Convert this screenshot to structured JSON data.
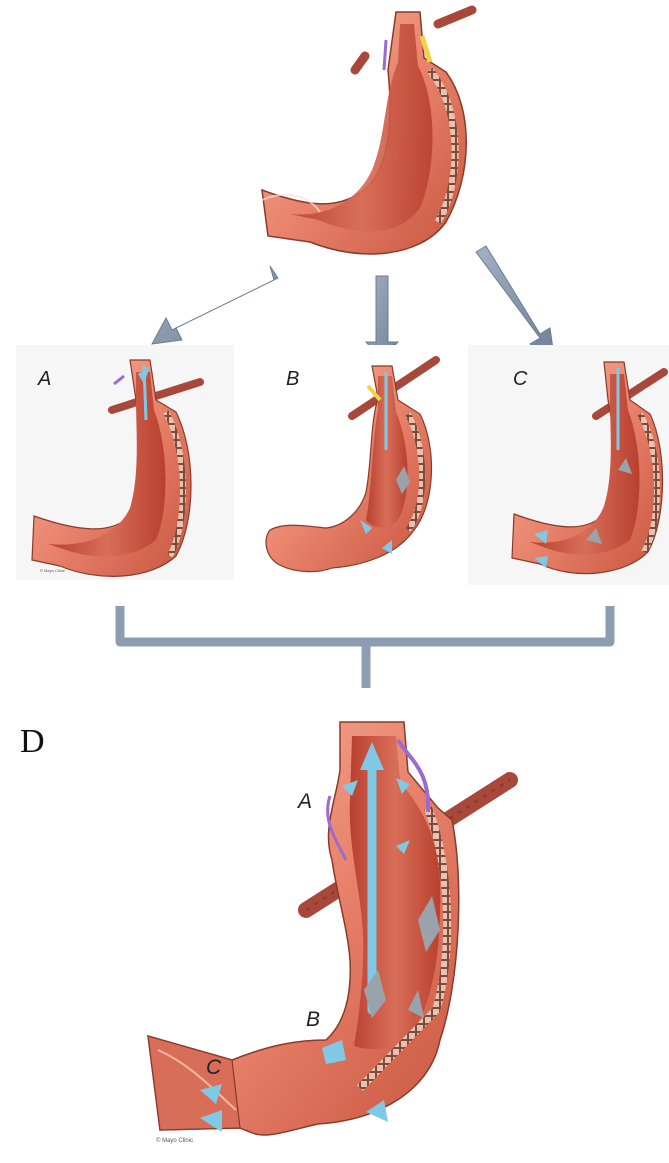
{
  "panels": [
    {
      "id": "A",
      "label": "A"
    },
    {
      "id": "B",
      "label": "B"
    },
    {
      "id": "C",
      "label": "C"
    }
  ],
  "combined": {
    "title": "D",
    "labels": {
      "a": "A",
      "b": "B",
      "c": "C"
    },
    "credit": "© Mayo Clinic"
  },
  "thumb_credit": "© Mayo Clinic",
  "colors": {
    "tissue": "#e9836c",
    "tissue_light": "#f4b39f",
    "tissue_dark": "#c8553f",
    "mucosa": "#d2604c",
    "muscle_band": "#a86a55",
    "vessel": "#a8483a",
    "nerve_purple": "#9a6bd1",
    "yellow_fat": "#f0d24c",
    "flow_arrow": "#7fc8e6",
    "pressure_arrow": "#9aa3ab",
    "connector": "#8c9cb2",
    "panel_bg": "#f5f5f5"
  }
}
